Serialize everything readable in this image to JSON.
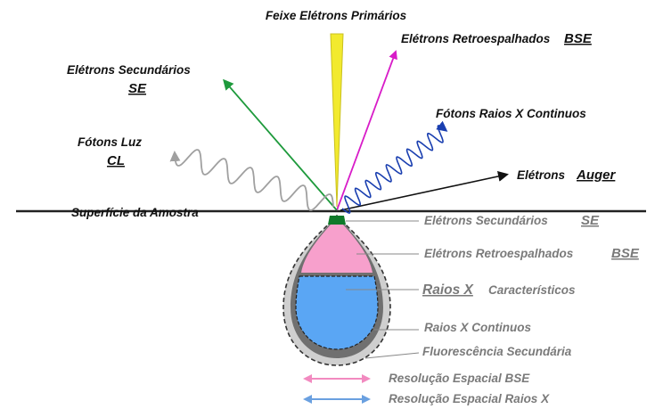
{
  "labels": {
    "primary_beam": "Feixe Elétrons Primários",
    "bse_top": "Elétrons Retroespalhados",
    "bse_top_abbr": "BSE",
    "se_top": "Elétrons Secundários",
    "se_top_abbr": "SE",
    "xray_cont_top": "Fótons Raios X Continuos",
    "cl_top": "Fótons Luz",
    "cl_top_abbr": "CL",
    "auger_prefix": "Elétrons",
    "auger_abbr": "Auger",
    "surface": "Superfície da Amostra",
    "vol_se": "Elétrons Secundários",
    "vol_se_abbr": "SE",
    "vol_bse": "Elétrons Retroespalhados",
    "vol_bse_abbr": "BSE",
    "vol_xray_abbr": "Raios X",
    "vol_xray_char": "Característicos",
    "vol_xray_cont": "Raios X Continuos",
    "vol_fluor": "Fluorescência Secundária",
    "res_bse": "Resolução Espacial BSE",
    "res_xray": "Resolução Espacial Raios X"
  },
  "colors": {
    "beam": "#f2ea2e",
    "bse": "#d81cc8",
    "se": "#1e9a3c",
    "xray": "#1a3fb0",
    "light": "#9a9a9a",
    "auger": "#111111",
    "pink": "#f7a0cc",
    "blue": "#5aa6f4",
    "gray_dark": "#6f6f6f",
    "gray_light": "#bdbdbd",
    "green_tip": "#0f7a2a",
    "res_pink": "#f28ac0",
    "res_blue": "#6aa0e0",
    "label_gray": "#7a7a7a"
  }
}
